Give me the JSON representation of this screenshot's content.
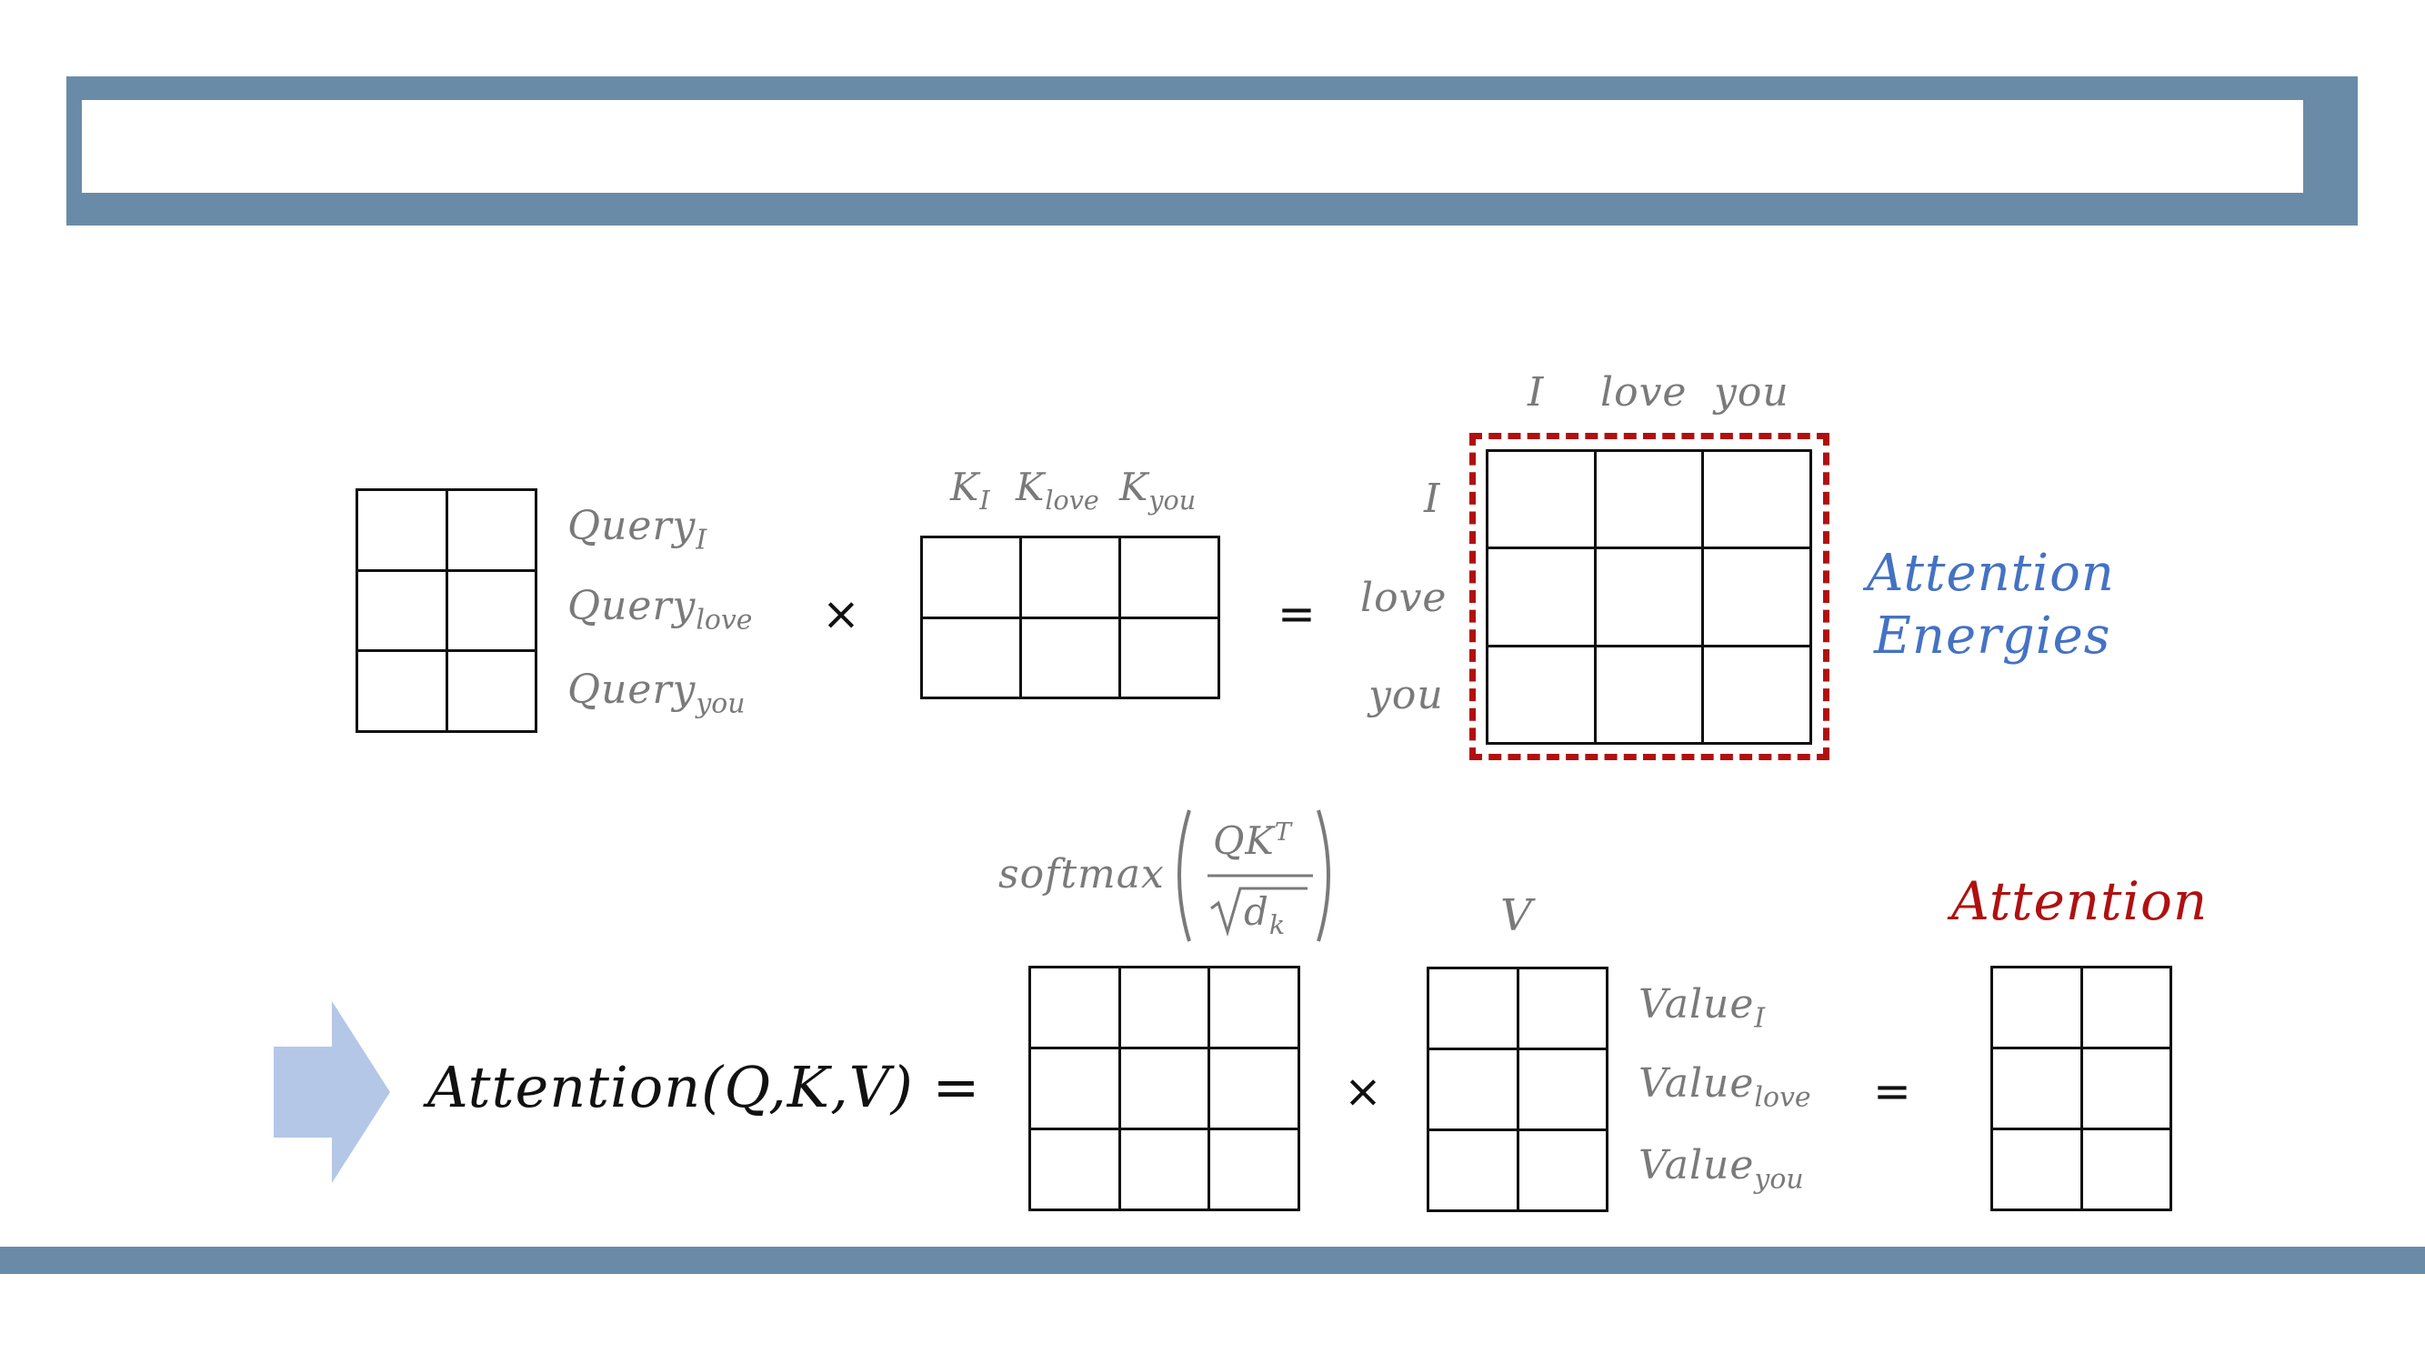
{
  "row1": {
    "query_rows": [
      {
        "base": "Query",
        "sub": "I"
      },
      {
        "base": "Query",
        "sub": "love"
      },
      {
        "base": "Query",
        "sub": "you"
      }
    ],
    "key_cols": [
      {
        "base": "K",
        "sub": "I"
      },
      {
        "base": "K",
        "sub": "love"
      },
      {
        "base": "K",
        "sub": "you"
      }
    ],
    "times": "×",
    "equals": "=",
    "col_tokens": [
      "I",
      "love",
      "you"
    ],
    "row_tokens": [
      "I",
      "love",
      "you"
    ],
    "energies_label": [
      "Attention",
      "Energies"
    ]
  },
  "row2": {
    "formula": "Attention(Q,K,V) =",
    "softmax": {
      "name": "softmax",
      "numerator_base": "QK",
      "numerator_sup": "T",
      "denominator_base": "d",
      "denominator_sub": "k"
    },
    "v_label": "V",
    "value_rows": [
      {
        "base": "Value",
        "sub": "I"
      },
      {
        "base": "Value",
        "sub": "love"
      },
      {
        "base": "Value",
        "sub": "you"
      }
    ],
    "times": "×",
    "equals": "=",
    "attention_label": "Attention"
  },
  "colors": {
    "frame": "#6a8ba8",
    "arrow": "#b4c7e7",
    "highlight": "#b01010",
    "energies": "#4472c4",
    "label": "#7a7a7a"
  }
}
